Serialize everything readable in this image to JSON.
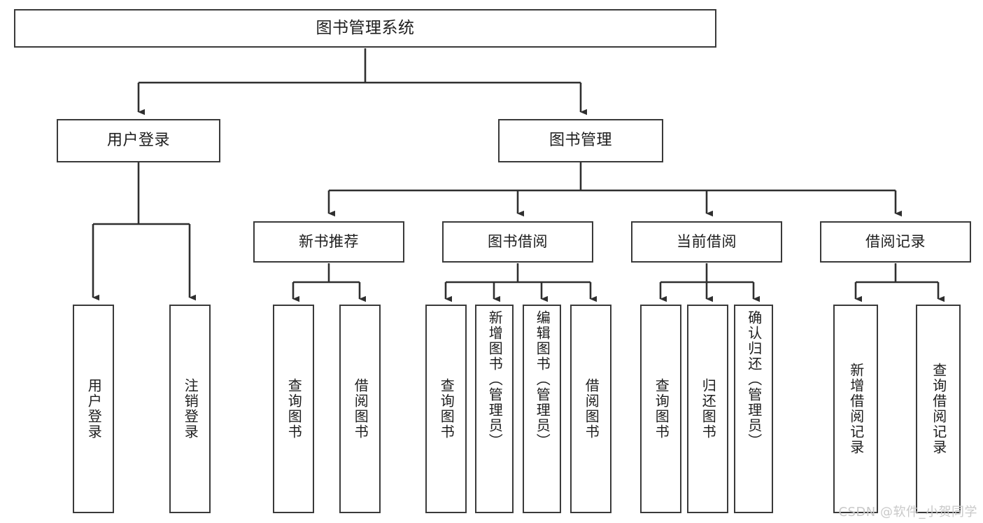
{
  "diagram": {
    "type": "tree-hierarchy",
    "title_node": {
      "label": "图书管理系统"
    },
    "level2": [
      {
        "id": "user-login",
        "label": "用户登录"
      },
      {
        "id": "book-management",
        "label": "图书管理"
      }
    ],
    "level3": [
      {
        "id": "new-book-recommend",
        "label": "新书推荐"
      },
      {
        "id": "book-borrow",
        "label": "图书借阅"
      },
      {
        "id": "current-borrow",
        "label": "当前借阅"
      },
      {
        "id": "borrow-record",
        "label": "借阅记录"
      }
    ],
    "leaves": {
      "user-login": [
        {
          "id": "leaf-user-login",
          "label": "用户登录"
        },
        {
          "id": "leaf-logout-login",
          "label": "注销登录"
        }
      ],
      "new-book-recommend": [
        {
          "id": "leaf-query-book-1",
          "label": "查询图书"
        },
        {
          "id": "leaf-borrow-book-1",
          "label": "借阅图书"
        }
      ],
      "book-borrow": [
        {
          "id": "leaf-query-book-2",
          "label": "查询图书"
        },
        {
          "id": "leaf-add-book",
          "label": "新增图书（管理员）"
        },
        {
          "id": "leaf-edit-book",
          "label": "编辑图书（管理员）"
        },
        {
          "id": "leaf-borrow-book-2",
          "label": "借阅图书"
        }
      ],
      "current-borrow": [
        {
          "id": "leaf-query-book-3",
          "label": "查询图书"
        },
        {
          "id": "leaf-return-book",
          "label": "归还图书"
        },
        {
          "id": "leaf-confirm-return",
          "label": "确认归还（管理员）"
        }
      ],
      "borrow-record": [
        {
          "id": "leaf-add-record",
          "label": "新增借阅记录"
        },
        {
          "id": "leaf-query-record",
          "label": "查询借阅记录"
        }
      ]
    },
    "colors": {
      "stroke": "#3a3a3a",
      "background": "#ffffff",
      "text": "#1d1d1d",
      "watermark": "#c9c9c9"
    }
  },
  "watermark": {
    "text": "CSDN @软件_小贺同学"
  }
}
